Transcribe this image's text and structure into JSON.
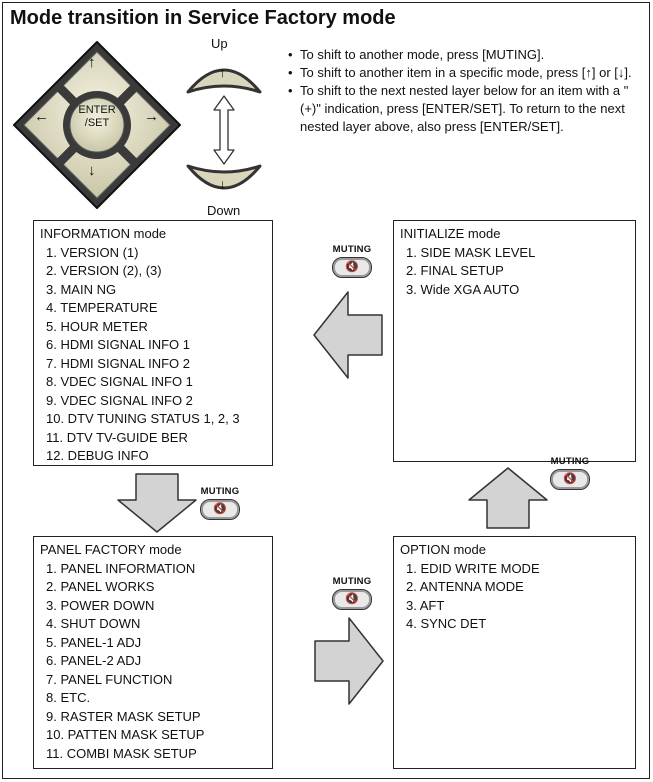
{
  "title": "Mode transition in Service Factory mode",
  "remote": {
    "up_label": "Up",
    "down_label": "Down",
    "enter_line1": "ENTER",
    "enter_line2": "/SET",
    "arrow_up": "↑",
    "arrow_down": "↓",
    "arrow_left": "←",
    "arrow_right": "→"
  },
  "instructions": [
    "To shift to another mode, press [MUTING].",
    "To shift to another item in a specific mode, press [↑] or [↓].",
    "To shift to the next nested layer below for an item with a \"(+)\" indication, press [ENTER/SET]. To return to the next nested layer above, also press [ENTER/SET]."
  ],
  "muting_label": "MUTING",
  "muting_icon": "🔇",
  "modes": {
    "information": {
      "title": "INFORMATION mode",
      "items": [
        "1. VERSION (1)",
        "2. VERSION (2), (3)",
        "3. MAIN NG",
        "4. TEMPERATURE",
        "5. HOUR METER",
        "6. HDMI SIGNAL INFO 1",
        "7. HDMI SIGNAL INFO 2",
        "8. VDEC SIGNAL INFO 1",
        "9. VDEC SIGNAL INFO 2",
        "10. DTV TUNING STATUS 1, 2, 3",
        "11. DTV TV-GUIDE BER",
        "12. DEBUG INFO"
      ]
    },
    "initialize": {
      "title": "INITIALIZE mode",
      "items": [
        "1. SIDE MASK LEVEL",
        "2. FINAL SETUP",
        "3. Wide XGA AUTO"
      ]
    },
    "panel_factory": {
      "title": "PANEL FACTORY mode",
      "items": [
        "1. PANEL INFORMATION",
        "2. PANEL WORKS",
        "3. POWER DOWN",
        "4. SHUT DOWN",
        "5. PANEL-1 ADJ",
        "6. PANEL-2 ADJ",
        "7. PANEL FUNCTION",
        "8. ETC.",
        "9. RASTER MASK SETUP",
        "10. PATTEN MASK SETUP",
        "11. COMBI MASK SETUP"
      ]
    },
    "option": {
      "title": "OPTION mode",
      "items": [
        "1. EDID WRITE MODE",
        "2. ANTENNA MODE",
        "3. AFT",
        "4. SYNC DET"
      ]
    }
  }
}
